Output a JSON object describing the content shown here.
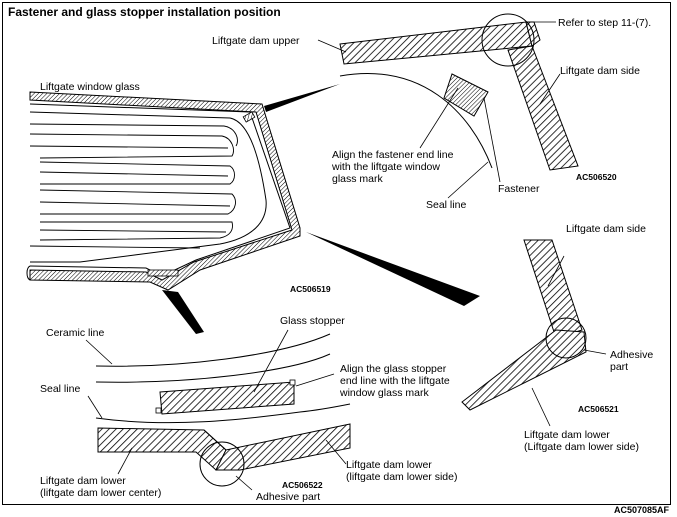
{
  "title": "Fastener and glass stopper installation position",
  "labels": {
    "liftgate_dam_upper": "Liftgate dam upper",
    "refer_step": "Refer to step 11-(7).",
    "liftgate_dam_side_top": "Liftgate dam side",
    "liftgate_window_glass": "Liftgate window glass",
    "align_fastener_1": "Align the fastener end line",
    "align_fastener_2": "with the liftgate window",
    "align_fastener_3": "glass mark",
    "fastener": "Fastener",
    "seal_line_top": "Seal line",
    "code_520": "AC506520",
    "liftgate_dam_side_right": "Liftgate dam side",
    "code_519": "AC506519",
    "ceramic_line": "Ceramic line",
    "glass_stopper": "Glass stopper",
    "align_stopper_1": "Align the glass stopper",
    "align_stopper_2": "end line with the liftgate",
    "align_stopper_3": "window glass mark",
    "seal_line_bottom": "Seal line",
    "adhesive_part_right_1": "Adhesive",
    "adhesive_part_right_2": "part",
    "code_521": "AC506521",
    "dam_lower_side_1": "Liftgate dam lower",
    "dam_lower_side_2": "(Liftgate dam lower side)",
    "dam_lower_center_1": "Liftgate dam lower",
    "dam_lower_center_2": "(liftgate dam lower center)",
    "dam_lower_side_b_1": "Liftgate dam lower",
    "dam_lower_side_b_2": "(liftgate dam lower side)",
    "code_522": "AC506522",
    "adhesive_part_bottom": "Adhesive part",
    "figure_code": "AC507085AF"
  }
}
